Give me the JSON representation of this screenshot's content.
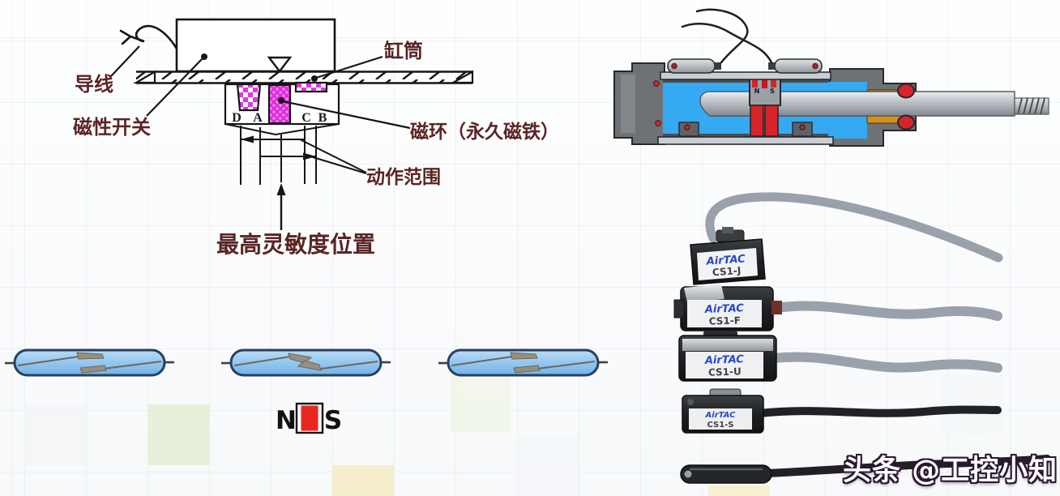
{
  "principle_diagram": {
    "label_lead_wire": "导线",
    "label_magnetic_switch": "磁性开关",
    "label_cylinder_barrel": "缸筒",
    "label_magnet_ring": "磁环（永久磁铁）",
    "label_action_range": "动作范围",
    "label_max_sensitivity_position": "最高灵敏度位置",
    "point_labels": [
      "D",
      "A",
      "C",
      "B"
    ]
  },
  "cylinder_cutaway": {
    "piston_pole_n": "N",
    "piston_pole_s": "S"
  },
  "reed_switch_row": {
    "magnet_pole_n": "N",
    "magnet_pole_s": "S"
  },
  "sensor_photos": {
    "brand": "AirTAC",
    "models": [
      "CS1-J",
      "CS1-F",
      "CS1-U",
      "CS1-S"
    ]
  },
  "watermark": "头条 @工控小知",
  "colors": {
    "magnet_magenta": "#e435e4",
    "cylinder_blue": "#35a9f1",
    "seal_red": "#d8232a",
    "reed_capsule_blue": "#8fc4f0",
    "bar_magnet_red": "#e8281e",
    "label_maroon": "#5a2424",
    "airtac_blue": "#2847c8",
    "cable_gray": "#99a1aa",
    "bushing_orange": "#d78f1a"
  }
}
